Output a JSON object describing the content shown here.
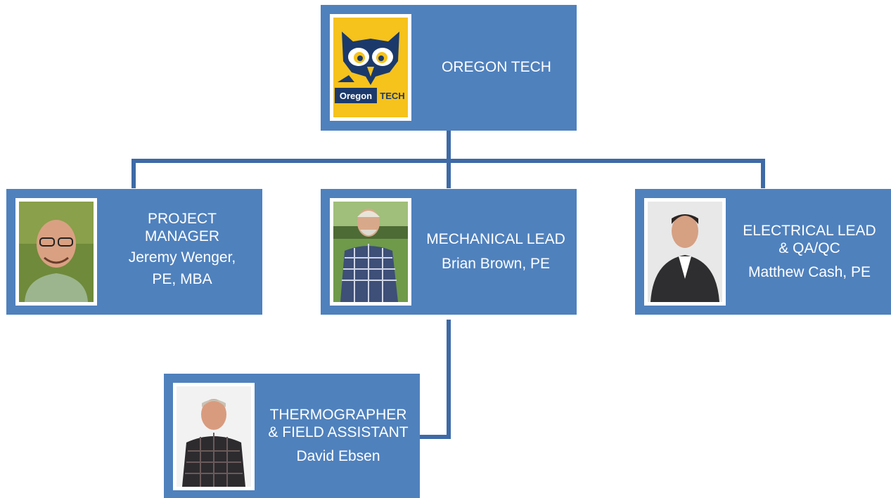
{
  "org": {
    "top": {
      "title": "OREGON TECH",
      "logo": {
        "word1": "Oregon",
        "word2": "TECH"
      }
    },
    "project_manager": {
      "role_1": "PROJECT",
      "role_2": "MANAGER",
      "name_1": "Jeremy Wenger,",
      "name_2": "PE, MBA"
    },
    "mechanical_lead": {
      "role": "MECHANICAL LEAD",
      "name": "Brian Brown, PE"
    },
    "electrical_lead": {
      "role_1": "ELECTRICAL LEAD",
      "role_2": "& QA/QC",
      "name": "Matthew Cash, PE"
    },
    "thermographer": {
      "role_1": "THERMOGRAPHER",
      "role_2": "& FIELD ASSISTANT",
      "name": "David Ebsen"
    }
  },
  "colors": {
    "box": "#4f81bd",
    "connector": "#3e6aa6",
    "logo_yellow": "#f6c21c",
    "logo_navy": "#1b3a6b"
  }
}
